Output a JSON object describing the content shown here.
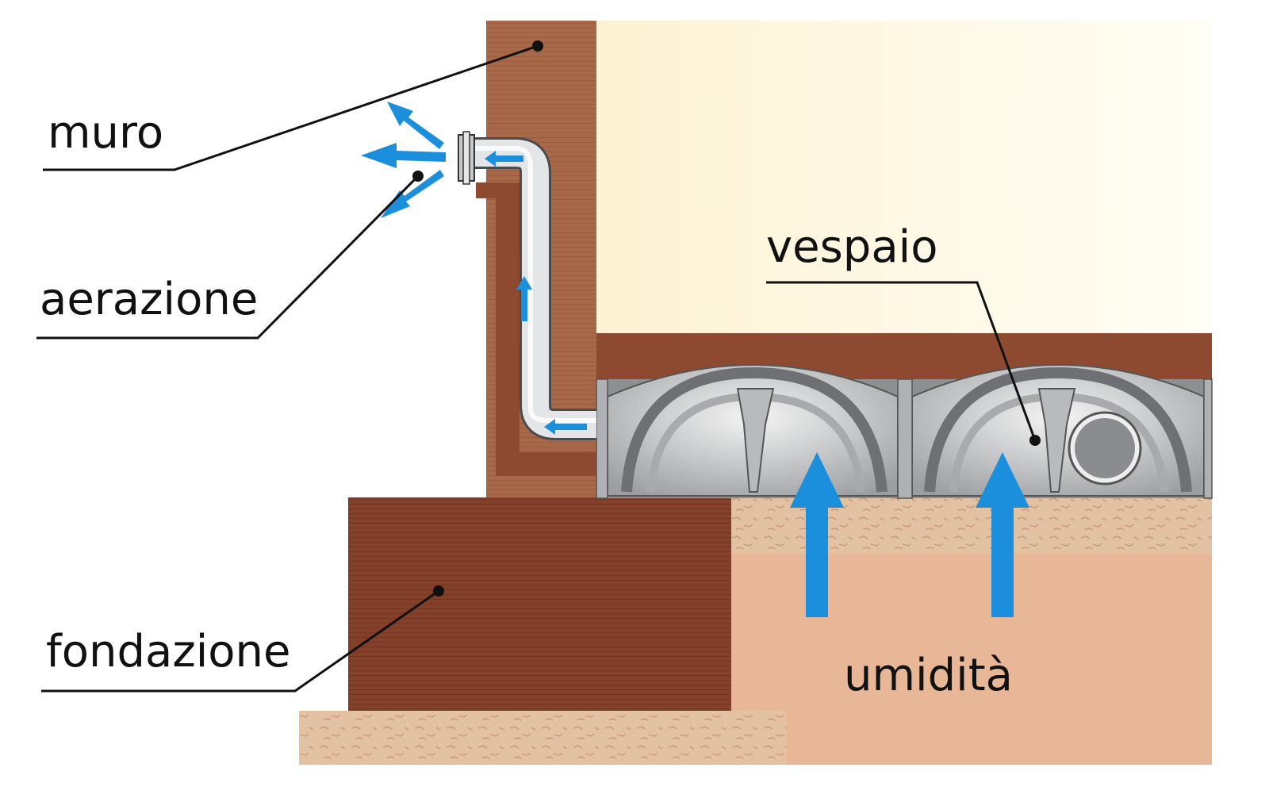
{
  "labels": {
    "muro": "muro",
    "aerazione": "aerazione",
    "fondazione": "fondazione",
    "vespaio": "vespaio",
    "umidita": "umidità"
  },
  "colors": {
    "wall": "#a8694a",
    "wall_dark": "#8e4a30",
    "foundation": "#83402a",
    "interior": "#fdf6dc",
    "soil": "#e7b897",
    "gravel": "#e3c2a3",
    "arrow": "#1b8fdb",
    "pipe": "#d9dadc",
    "dome": "#c8c9cb",
    "leader": "#111111"
  },
  "icons": {
    "airflow": "arrow-icon",
    "pipe": "ventilation-pipe-icon"
  }
}
